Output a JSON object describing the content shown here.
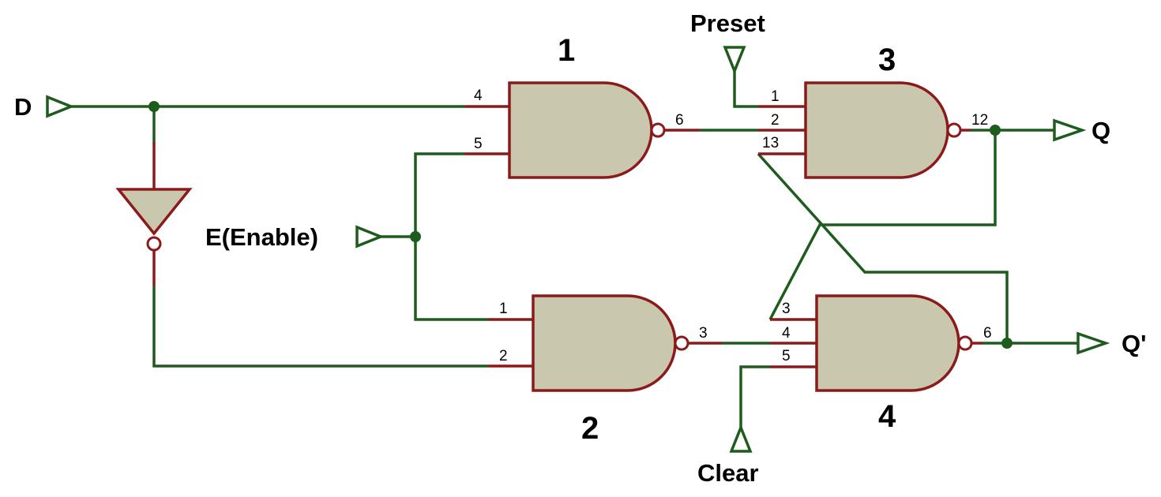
{
  "signals": {
    "d": "D",
    "enable": "E(Enable)",
    "preset": "Preset",
    "clear": "Clear",
    "q": "Q",
    "q_bar": "Q'"
  },
  "gates": [
    {
      "number": "1",
      "type": "NAND",
      "inputs": [
        "4",
        "5"
      ],
      "output": "6"
    },
    {
      "number": "2",
      "type": "NAND",
      "inputs": [
        "1",
        "2"
      ],
      "output": "3"
    },
    {
      "number": "3",
      "type": "NAND",
      "inputs": [
        "1",
        "2",
        "13"
      ],
      "output": "12"
    },
    {
      "number": "4",
      "type": "NAND",
      "inputs": [
        "3",
        "4",
        "5"
      ],
      "output": "6"
    }
  ],
  "inverter": {
    "type": "NOT"
  },
  "colors": {
    "wire": "#1e5c1e",
    "pin": "#8c1a1a",
    "gate_fill": "#c9c8ae",
    "background": "#ffffff"
  }
}
